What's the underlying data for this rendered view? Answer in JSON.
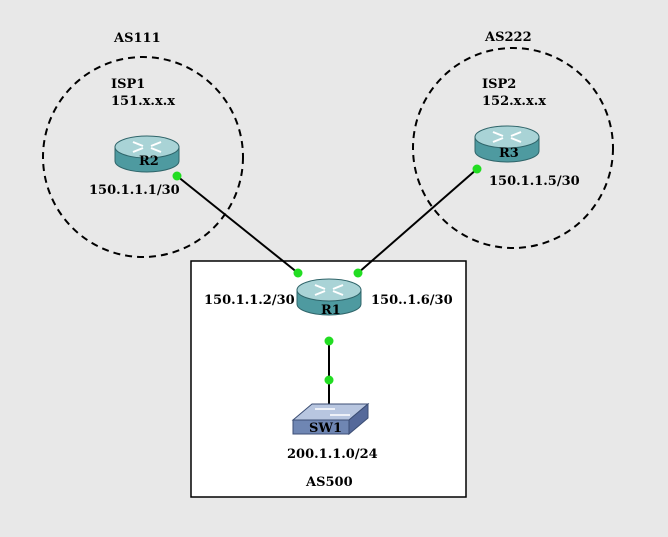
{
  "areas": {
    "as111": {
      "label": "AS111",
      "isp_name": "ISP1",
      "prefix": "151.x.x.x"
    },
    "as222": {
      "label": "AS222",
      "isp_name": "ISP2",
      "prefix": "152.x.x.x"
    },
    "as500": {
      "label": "AS500"
    }
  },
  "devices": {
    "r1": {
      "label": "R1",
      "type": "router"
    },
    "r2": {
      "label": "R2",
      "type": "router"
    },
    "r3": {
      "label": "R3",
      "type": "router"
    },
    "sw1": {
      "label": "SW1",
      "type": "switch"
    }
  },
  "interfaces": {
    "r2_ip": "150.1.1.1/30",
    "r3_ip": "150.1.1.5/30",
    "r1_left_ip": "150.1.1.2/30",
    "r1_right_ip": "150..1.6/30",
    "lan_subnet": "200.1.1.0/24"
  },
  "links": [
    {
      "from": "R2",
      "to": "R1"
    },
    {
      "from": "R3",
      "to": "R1"
    },
    {
      "from": "R1",
      "to": "SW1"
    }
  ],
  "colors": {
    "background": "#e8e8e8",
    "link_dot": "#22dd22",
    "router_body": "#4e9aa0",
    "router_top": "#a9d3d6",
    "switch_body": "#6f86b3",
    "switch_top": "#b8c6e0"
  }
}
